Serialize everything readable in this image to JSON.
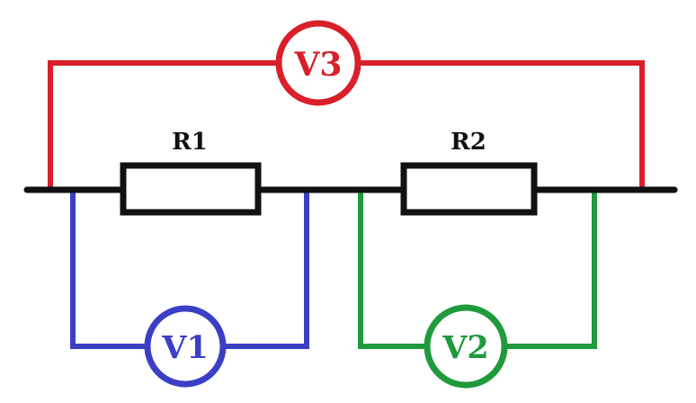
{
  "resistors": [
    {
      "label": "R1"
    },
    {
      "label": "R2"
    }
  ],
  "meters": [
    {
      "label": "V1",
      "color": "#3b3fc4"
    },
    {
      "label": "V2",
      "color": "#1f9a3c"
    },
    {
      "label": "V3",
      "color": "#d81f2a"
    }
  ],
  "colors": {
    "main_wire": "#111111",
    "background": "#ffffff"
  }
}
